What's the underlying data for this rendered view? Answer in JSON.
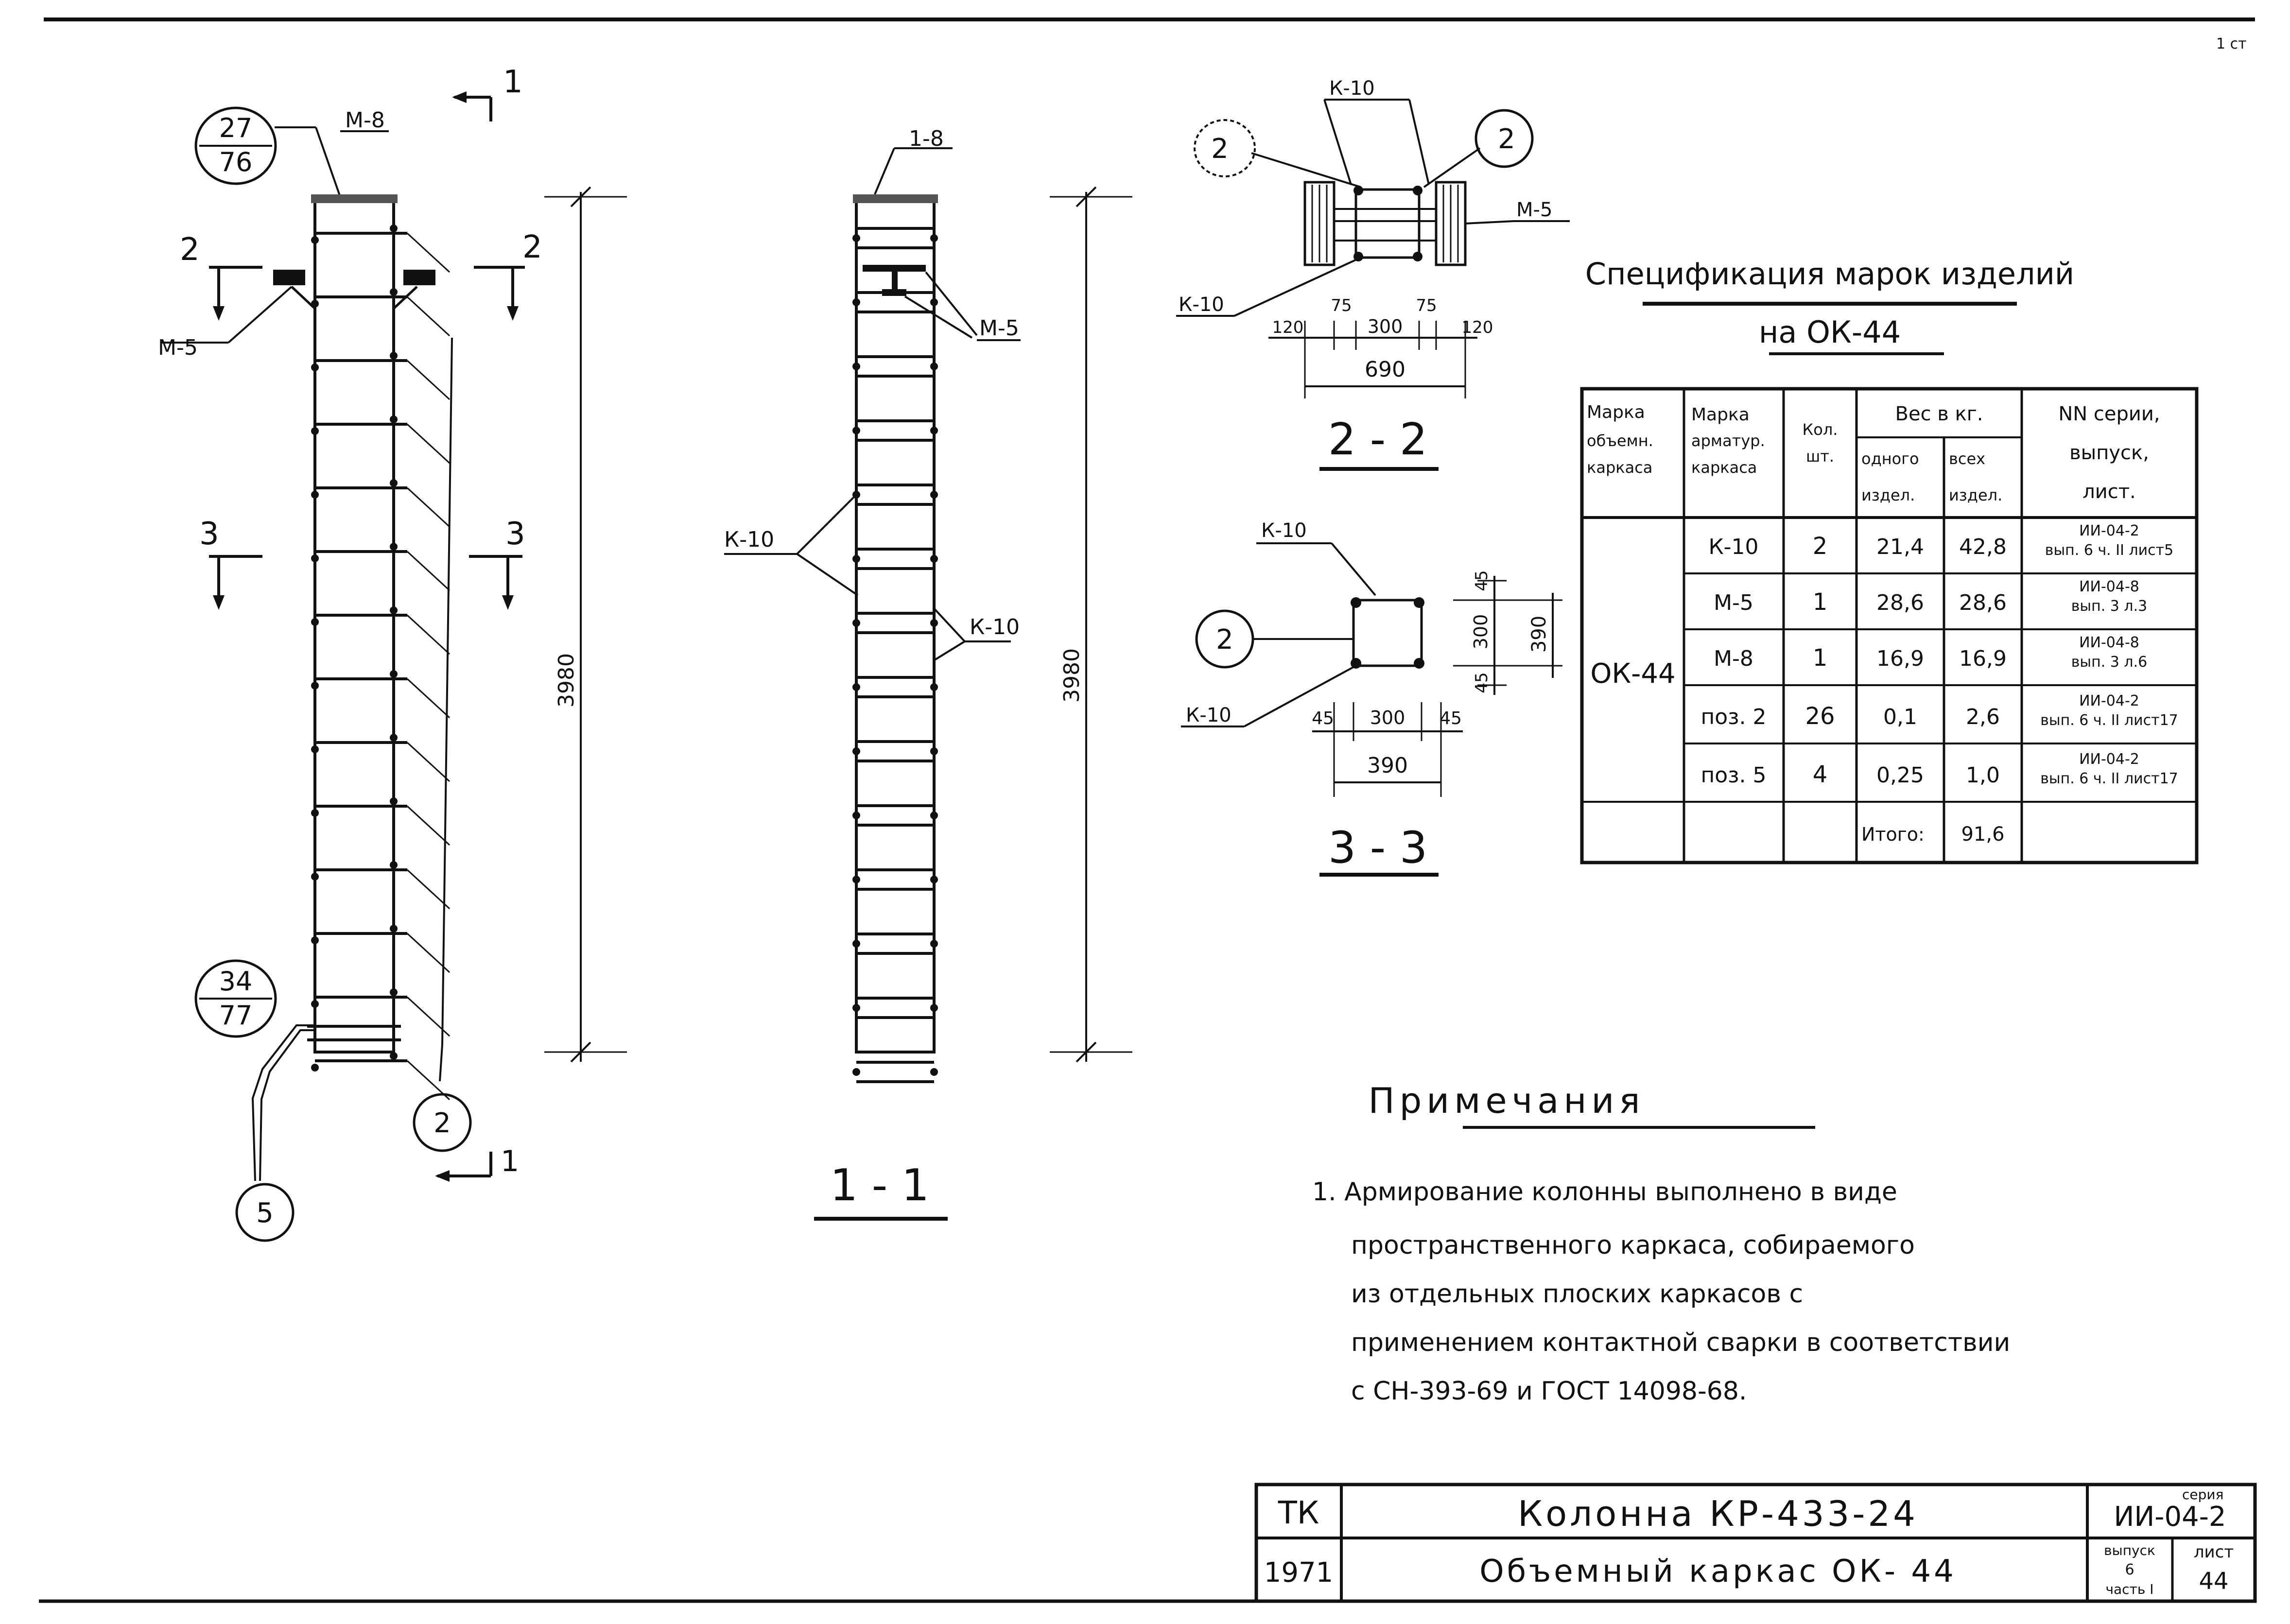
{
  "corner_mark": "1 ст",
  "view_a": {
    "callout_top": {
      "num": "27",
      "den": "76"
    },
    "callout_bottom": {
      "num": "34",
      "den": "77"
    },
    "label_m8": "М-8",
    "label_m5": "М-5",
    "section_1": "1",
    "section_2": "2",
    "section_3": "3",
    "dim_height": "3980",
    "pos_2": "2",
    "pos_5": "5"
  },
  "view_1_1": {
    "label_top": "1-8",
    "label_m5": "М-5",
    "label_k10_left": "К-10",
    "label_k10_right": "К-10",
    "dim_height": "3980",
    "caption": "1 - 1"
  },
  "section_2_2": {
    "label_k10_top": "К-10",
    "label_k10_bottom": "К-10",
    "label_m5": "М-5",
    "pos_left": "2",
    "pos_right": "2",
    "dims": [
      "120",
      "75",
      "300",
      "75",
      "120"
    ],
    "dim_total": "690",
    "caption": "2 - 2"
  },
  "section_3_3": {
    "label_k10_top": "К-10",
    "label_k10_bottom": "К-10",
    "pos": "2",
    "dims_h": [
      "45",
      "300",
      "45"
    ],
    "dim_h_total": "390",
    "dims_v": [
      "45",
      "300",
      "45"
    ],
    "dim_v_total": "390",
    "caption": "3 - 3"
  },
  "spec": {
    "title": "Спецификация марок изделий",
    "subtitle": "на ОК-44",
    "headers": {
      "col1": [
        "Марка",
        "объемн.",
        "каркаса"
      ],
      "col2": [
        "Марка",
        "арматур.",
        "каркаса"
      ],
      "col3": [
        "Кол.",
        "шт."
      ],
      "weight": "Вес в кг.",
      "w_one": [
        "одного",
        "издел."
      ],
      "w_all": [
        "всех",
        "издел."
      ],
      "series": [
        "NN серии,",
        "выпуск,",
        "лист."
      ]
    },
    "group_mark": "ОК-44",
    "rows": [
      {
        "mark": "К-10",
        "qty": "2",
        "one": "21,4",
        "all": "42,8",
        "ref1": "ИИ-04-2",
        "ref2": "вып. 6 ч. II лист5"
      },
      {
        "mark": "М-5",
        "qty": "1",
        "one": "28,6",
        "all": "28,6",
        "ref1": "ИИ-04-8",
        "ref2": "вып. 3 л.3"
      },
      {
        "mark": "М-8",
        "qty": "1",
        "one": "16,9",
        "all": "16,9",
        "ref1": "ИИ-04-8",
        "ref2": "вып. 3 л.6"
      },
      {
        "mark": "поз. 2",
        "qty": "26",
        "one": "0,1",
        "all": "2,6",
        "ref1": "ИИ-04-2",
        "ref2": "вып. 6 ч. II лист17"
      },
      {
        "mark": "поз. 5",
        "qty": "4",
        "one": "0,25",
        "all": "1,0",
        "ref1": "ИИ-04-2",
        "ref2": "вып. 6 ч. II лист17"
      }
    ],
    "total_label": "Итого:",
    "total_value": "91,6"
  },
  "notes": {
    "title": "Примечания",
    "lines": [
      "1. Армирование колонны выполнено в виде",
      "пространственного каркаса, собираемого",
      "из отдельных плоских каркасов с",
      "применением контактной сварки в соответствии",
      "с СН-393-69 и ГОСТ 14098-68."
    ]
  },
  "title_block": {
    "org": "ТК",
    "year": "1971",
    "title1": "Колонна КР-433-24",
    "title2": "Объемный каркас ОК- 44",
    "series_label": "серия",
    "series_value": "ИИ-04-2",
    "issue_label": "выпуск",
    "issue_value": "6",
    "issue_part": "часть I",
    "sheet_label": "лист",
    "sheet_value": "44"
  }
}
